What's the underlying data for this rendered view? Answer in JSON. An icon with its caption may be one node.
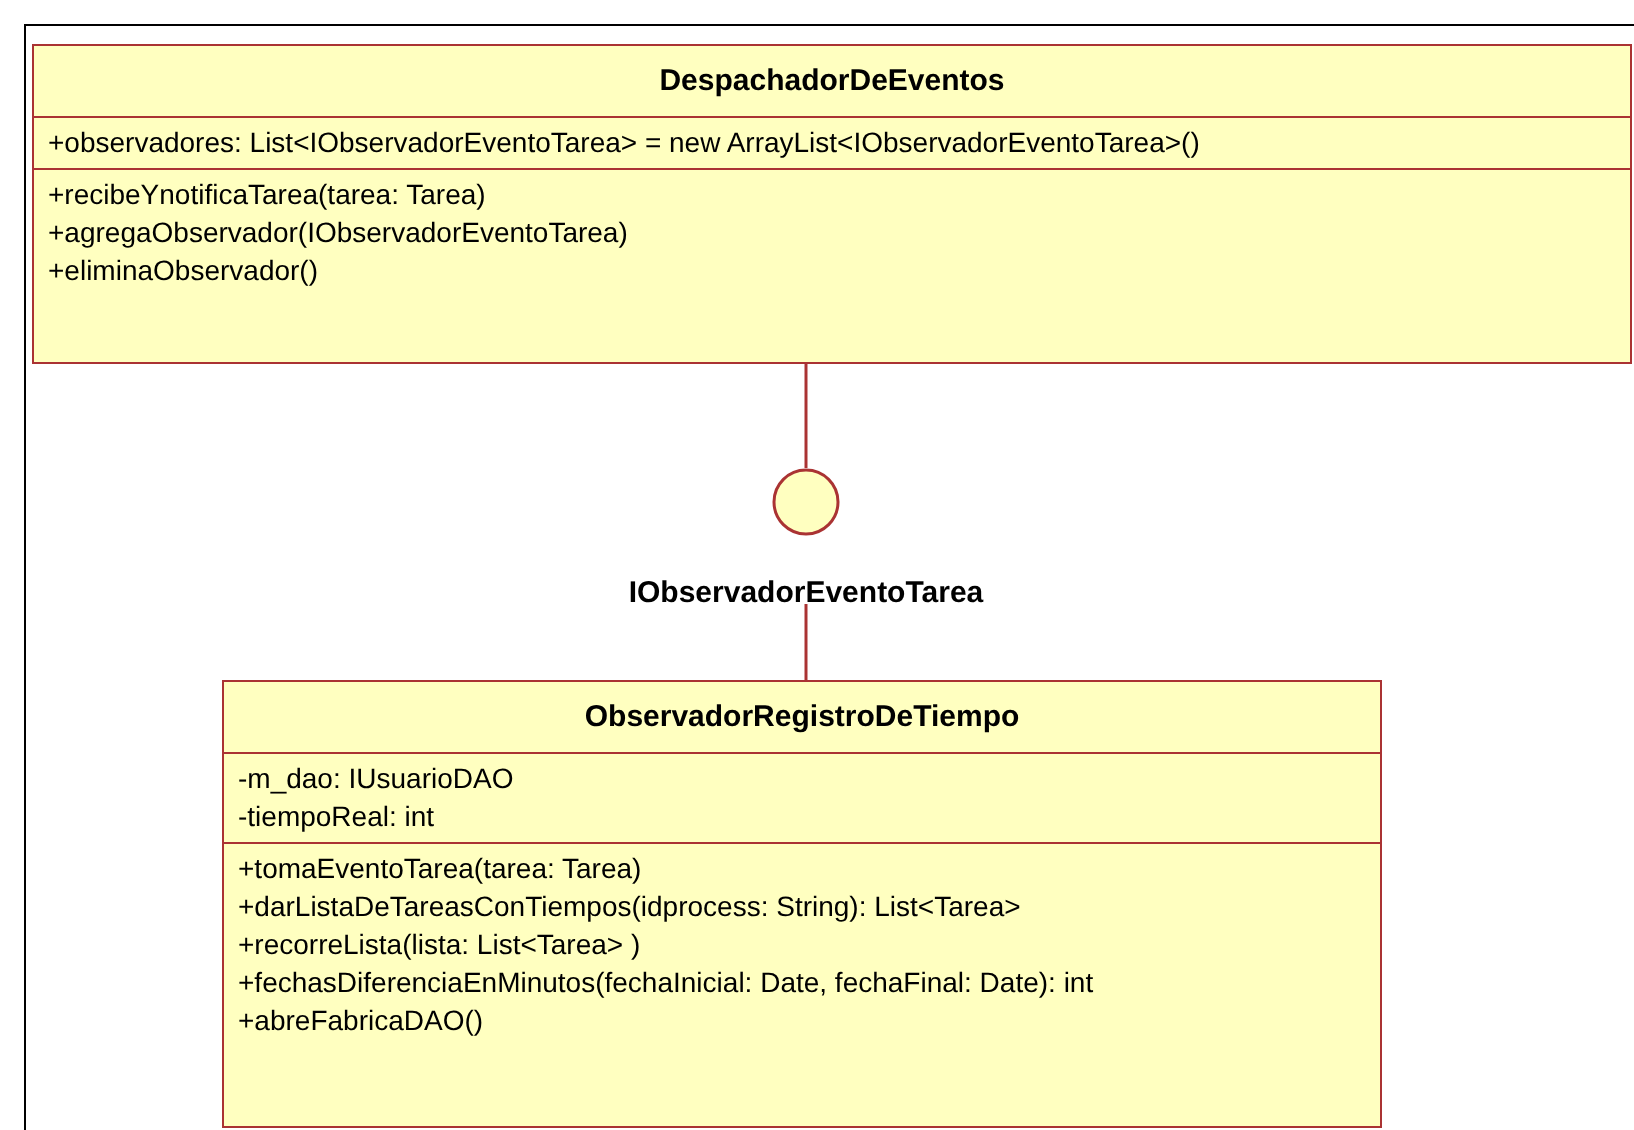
{
  "diagram": {
    "nodes": [
      {
        "text": [
          "DespachadorDeEventos",
          "+observadores: List<IObservadorEventoTarea>  = new ArrayList<IObservadorEventoTarea>()",
          "+recibeYnotificaTarea(tarea: Tarea)",
          "+agregaObservador(IObservadorEventoTarea)",
          "+eliminaObservador()"
        ]
      },
      {
        "text": [],
        "shape": "circle",
        "beside": [
          "IObservadorEventoTarea"
        ]
      },
      {
        "text": [
          "ObservadorRegistroDeTiempo",
          "-m_dao: IUsuarioDAO",
          "-tiempoReal: int",
          "+tomaEventoTarea(tarea: Tarea)",
          "+darListaDeTareasConTiempos(idprocess: String): List<Tarea>",
          "+recorreLista(lista: List<Tarea> )",
          "+fechasDiferenciaEnMinutos(fechaInicial: Date, fechaFinal: Date): int",
          "+abreFabricaDAO()"
        ]
      }
    ],
    "edges": [
      {
        "from": 0,
        "to": 1,
        "arrow": "none"
      },
      {
        "from": 2,
        "to": 1,
        "arrow": "none"
      }
    ]
  }
}
